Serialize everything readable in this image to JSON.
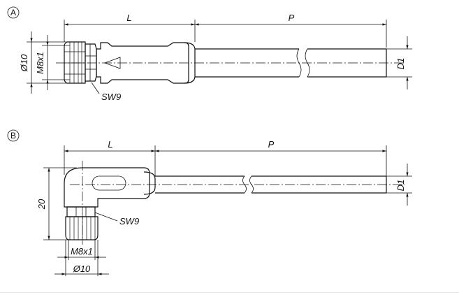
{
  "variants": [
    {
      "badge": "A",
      "labels": {
        "length": "L",
        "cable_length": "P",
        "outer_diameter": "Ø10",
        "thread": "M8x1",
        "cable_diameter": "D1",
        "wrench_size": "SW9"
      }
    },
    {
      "badge": "B",
      "labels": {
        "length": "L",
        "cable_length": "P",
        "height": "20",
        "wrench_size": "SW9",
        "thread": "M8x1",
        "outer_diameter": "Ø10",
        "cable_diameter": "D1"
      }
    }
  ]
}
